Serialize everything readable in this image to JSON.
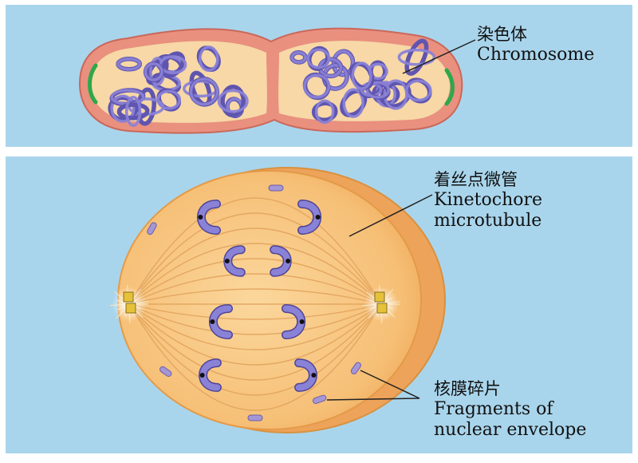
{
  "labels": {
    "chromosome": {
      "zh": "染色体",
      "en": "Chromosome"
    },
    "kinetochore": {
      "zh": "着丝点微管",
      "en_line1": "Kinetochore",
      "en_line2": "microtubule"
    },
    "fragments": {
      "zh": "核膜碎片",
      "en_line1": "Fragments of",
      "en_line2": "nuclear envelope"
    }
  },
  "colors": {
    "background": "#a9d5ec",
    "cell_wall": "#e8897a",
    "cytoplasm": "#f7d8a6",
    "chromosome": "#8a82d6",
    "spindle": "#e0a15a",
    "cell_body": "#f6c079"
  }
}
